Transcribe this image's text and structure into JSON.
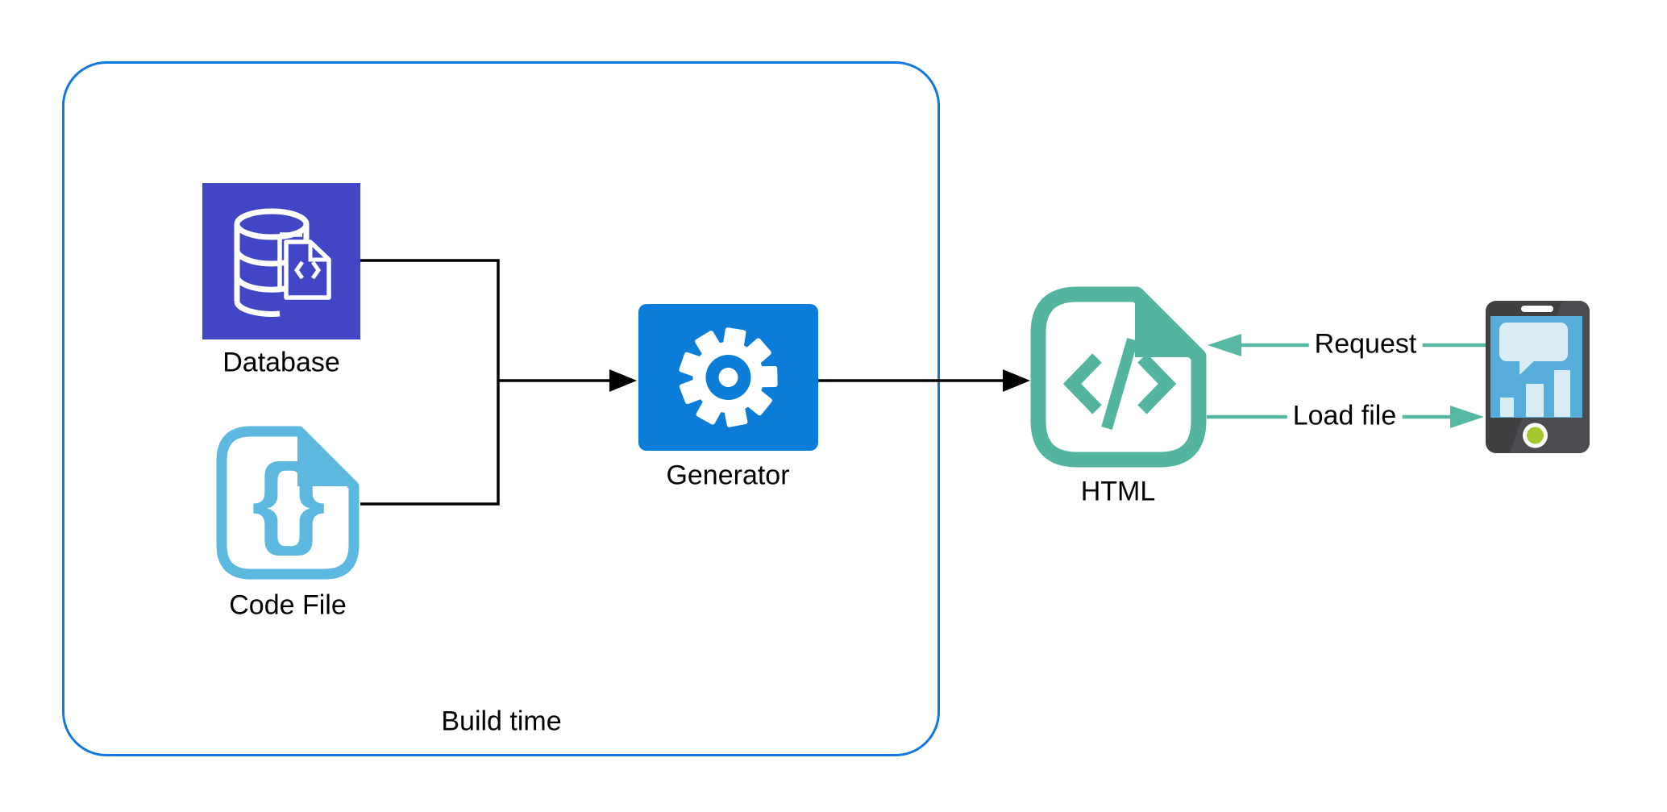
{
  "container": {
    "label": "Build time",
    "border_color": "#1278e0"
  },
  "nodes": {
    "database": {
      "label": "Database",
      "icon": "database-icon",
      "fill": "#4146c6",
      "glyph": "‹›"
    },
    "code_file": {
      "label": "Code File",
      "icon": "code-file-icon",
      "accent": "#5cb8df",
      "glyph": "{}"
    },
    "generator": {
      "label": "Generator",
      "icon": "gear-icon",
      "fill": "#0b7cd7"
    },
    "html": {
      "label": "HTML",
      "icon": "code-document-icon",
      "accent": "#53b5a0"
    },
    "client": {
      "icon": "smartphone-icon",
      "body_color": "#3f4042",
      "body_gloss_color": "#4b4c4f",
      "screen_color": "#57acd9",
      "content_color": "#d9ebf5",
      "home_button_color": "#a4c62f"
    }
  },
  "edges": {
    "inputs_to_generator": {
      "color": "#000000",
      "from": [
        "Database",
        "Code File"
      ],
      "to": "Generator"
    },
    "generator_to_html": {
      "color": "#000000",
      "from": "Generator",
      "to": "HTML"
    },
    "request": {
      "label": "Request",
      "color": "#56b8a3",
      "from": "client",
      "to": "HTML"
    },
    "load_file": {
      "label": "Load file",
      "color": "#56b8a3",
      "from": "HTML",
      "to": "client"
    }
  }
}
